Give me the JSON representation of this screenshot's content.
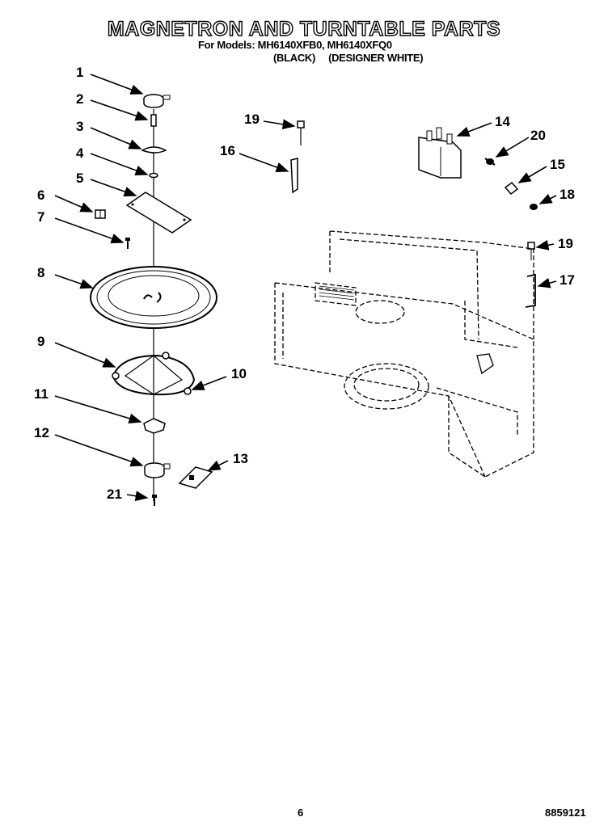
{
  "header": {
    "title": "MAGNETRON AND TURNTABLE PARTS",
    "models_line": "For Models: MH6140XFB0, MH6140XFQ0",
    "color_black": "(BLACK)",
    "color_white": "(DESIGNER WHITE)"
  },
  "callouts": [
    "1",
    "2",
    "3",
    "4",
    "5",
    "6",
    "7",
    "8",
    "9",
    "10",
    "11",
    "12",
    "13",
    "14",
    "15",
    "16",
    "17",
    "18",
    "19",
    "19",
    "20",
    "21"
  ],
  "footer": {
    "page_number": "6",
    "document_number": "8859121"
  }
}
